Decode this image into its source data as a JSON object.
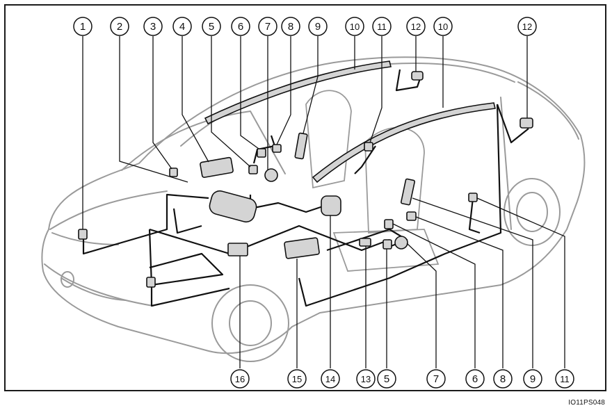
{
  "figure": {
    "code": "IO11PS048",
    "colors": {
      "line": "#111111",
      "car_outline": "#9a9a9a",
      "component_fill": "#d4d4d4",
      "background": "#ffffff"
    }
  },
  "callouts_top": [
    "1",
    "2",
    "3",
    "4",
    "5",
    "6",
    "7",
    "8",
    "9",
    "10",
    "11",
    "12",
    "10",
    "12"
  ],
  "callouts_bottom": [
    "16",
    "15",
    "14",
    "13",
    "5",
    "7",
    "6",
    "8",
    "9",
    "11"
  ]
}
